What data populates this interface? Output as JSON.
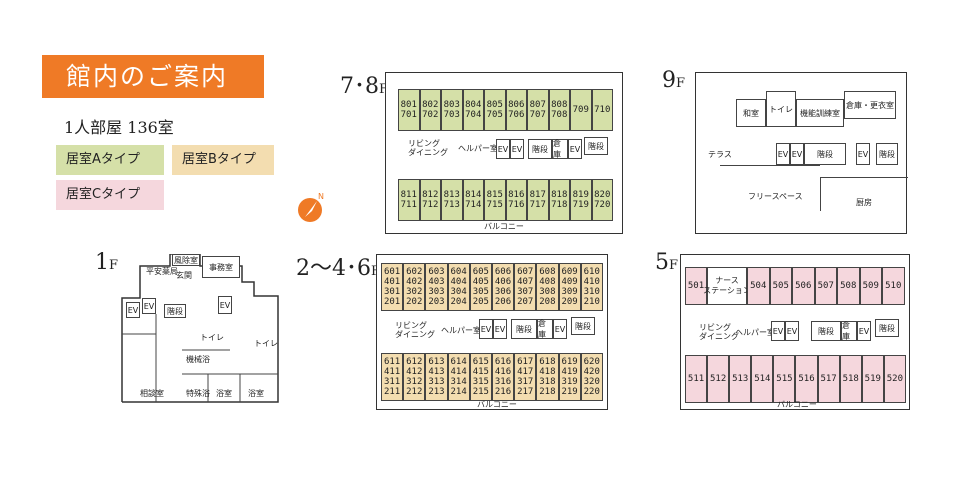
{
  "title": "館内のご案内",
  "room_count": "1人部屋 136室",
  "legend": [
    {
      "label": "居室Aタイプ",
      "color": "#d5e0a8"
    },
    {
      "label": "居室Bタイプ",
      "color": "#f3ddb0"
    },
    {
      "label": "居室Cタイプ",
      "color": "#f5d7dd"
    }
  ],
  "colors": {
    "accent": "#ef7a26",
    "typeA": "#d5e0a8",
    "typeB": "#f3ddb0",
    "typeC": "#f5d7dd"
  },
  "compass_icon": "north-arrow-icon",
  "floors": {
    "f78": {
      "label": "7･8",
      "suffix": "F",
      "top_rooms": [
        [
          "801",
          "701"
        ],
        [
          "802",
          "702"
        ],
        [
          "803",
          "703"
        ],
        [
          "804",
          "704"
        ],
        [
          "805",
          "705"
        ],
        [
          "806",
          "706"
        ],
        [
          "807",
          "707"
        ],
        [
          "808",
          "708"
        ],
        [
          "709"
        ],
        [
          "710"
        ]
      ],
      "bottom_rooms": [
        [
          "811",
          "711"
        ],
        [
          "812",
          "712"
        ],
        [
          "813",
          "713"
        ],
        [
          "814",
          "714"
        ],
        [
          "815",
          "715"
        ],
        [
          "816",
          "716"
        ],
        [
          "817",
          "717"
        ],
        [
          "818",
          "718"
        ],
        [
          "819",
          "719"
        ],
        [
          "820",
          "720"
        ]
      ],
      "living": "リビング\nダイニング",
      "helper": "ヘルパー室",
      "ev": "EV",
      "stairs": "階段",
      "storage": "倉庫",
      "balcony": "バルコニー"
    },
    "f9": {
      "label": "9",
      "suffix": "F",
      "japanese_room": "和室",
      "toilet": "トイレ",
      "training": "機能訓練室",
      "storage_changing": "倉庫・更衣室",
      "terrace": "テラス",
      "ev": "EV",
      "stairs": "階段",
      "free_space": "フリースペース",
      "kitchen": "厨房"
    },
    "f1": {
      "label": "1",
      "suffix": "F",
      "pharmacy": "平安薬局",
      "windbreak": "風除室",
      "entrance": "玄関",
      "office": "事務室",
      "ev": "EV",
      "stairs": "階段",
      "toilet": "トイレ",
      "machine_bath": "機械浴",
      "consult": "相談室",
      "special_bath": "特殊浴",
      "bath": "浴室"
    },
    "f246": {
      "label": "2〜4･6",
      "suffix": "F",
      "top_rooms": [
        [
          "601",
          "401",
          "301",
          "201"
        ],
        [
          "602",
          "402",
          "302",
          "202"
        ],
        [
          "603",
          "403",
          "303",
          "203"
        ],
        [
          "604",
          "404",
          "304",
          "204"
        ],
        [
          "605",
          "405",
          "305",
          "205"
        ],
        [
          "606",
          "406",
          "306",
          "206"
        ],
        [
          "607",
          "407",
          "307",
          "207"
        ],
        [
          "608",
          "408",
          "308",
          "208"
        ],
        [
          "609",
          "409",
          "309",
          "209"
        ],
        [
          "610",
          "410",
          "310",
          "210"
        ]
      ],
      "bottom_rooms": [
        [
          "611",
          "411",
          "311",
          "211"
        ],
        [
          "612",
          "412",
          "312",
          "212"
        ],
        [
          "613",
          "413",
          "313",
          "213"
        ],
        [
          "614",
          "414",
          "314",
          "214"
        ],
        [
          "615",
          "415",
          "315",
          "215"
        ],
        [
          "616",
          "416",
          "316",
          "216"
        ],
        [
          "617",
          "417",
          "317",
          "217"
        ],
        [
          "618",
          "418",
          "318",
          "218"
        ],
        [
          "619",
          "419",
          "319",
          "219"
        ],
        [
          "620",
          "420",
          "320",
          "220"
        ]
      ],
      "living": "リビング\nダイニング",
      "helper": "ヘルパー室",
      "ev": "EV",
      "stairs": "階段",
      "storage": "倉庫",
      "balcony": "バルコニー"
    },
    "f5": {
      "label": "5",
      "suffix": "F",
      "nurse": "ナース\nステーション",
      "top_rooms": [
        "501",
        "504",
        "505",
        "506",
        "507",
        "508",
        "509",
        "510"
      ],
      "bottom_rooms": [
        "511",
        "512",
        "513",
        "514",
        "515",
        "516",
        "517",
        "518",
        "519",
        "520"
      ],
      "living": "リビング\nダイニング",
      "helper": "ヘルパー室",
      "ev": "EV",
      "stairs": "階段",
      "storage": "倉庫",
      "balcony": "バルコニー"
    }
  }
}
